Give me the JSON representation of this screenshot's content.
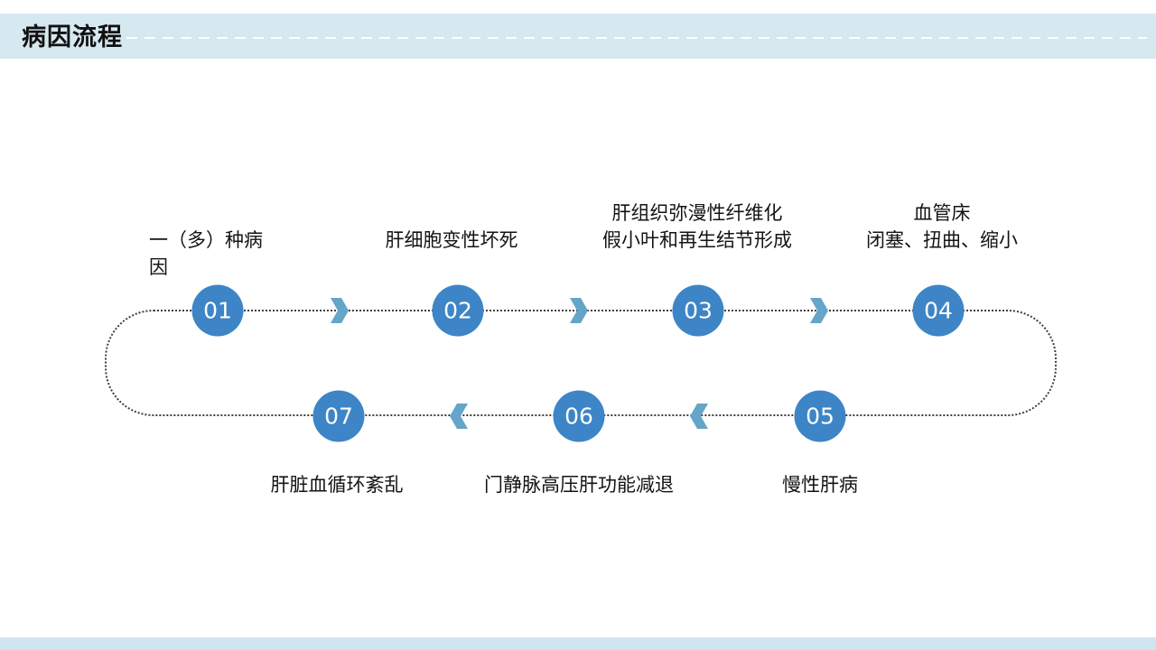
{
  "header": {
    "title": "病因流程"
  },
  "flow": {
    "steps": [
      {
        "num": "01",
        "label": "一（多）种病\n因"
      },
      {
        "num": "02",
        "label": "肝细胞变性坏死"
      },
      {
        "num": "03",
        "label": "肝组织弥漫性纤维化\n假小叶和再生结节形成"
      },
      {
        "num": "04",
        "label": "血管床\n闭塞、扭曲、缩小"
      },
      {
        "num": "05",
        "label": "慢性肝病"
      },
      {
        "num": "06",
        "label": "门静脉高压肝功能减退"
      },
      {
        "num": "07",
        "label": "肝脏血循环紊乱"
      }
    ]
  },
  "colors": {
    "circle_blue": "#3d85c6",
    "chevron_blue": "#64a5c9",
    "header_bg": "#d6e8f0",
    "footer_bg": "#cfe5f0",
    "loop_dots": "#3f3f3f"
  }
}
